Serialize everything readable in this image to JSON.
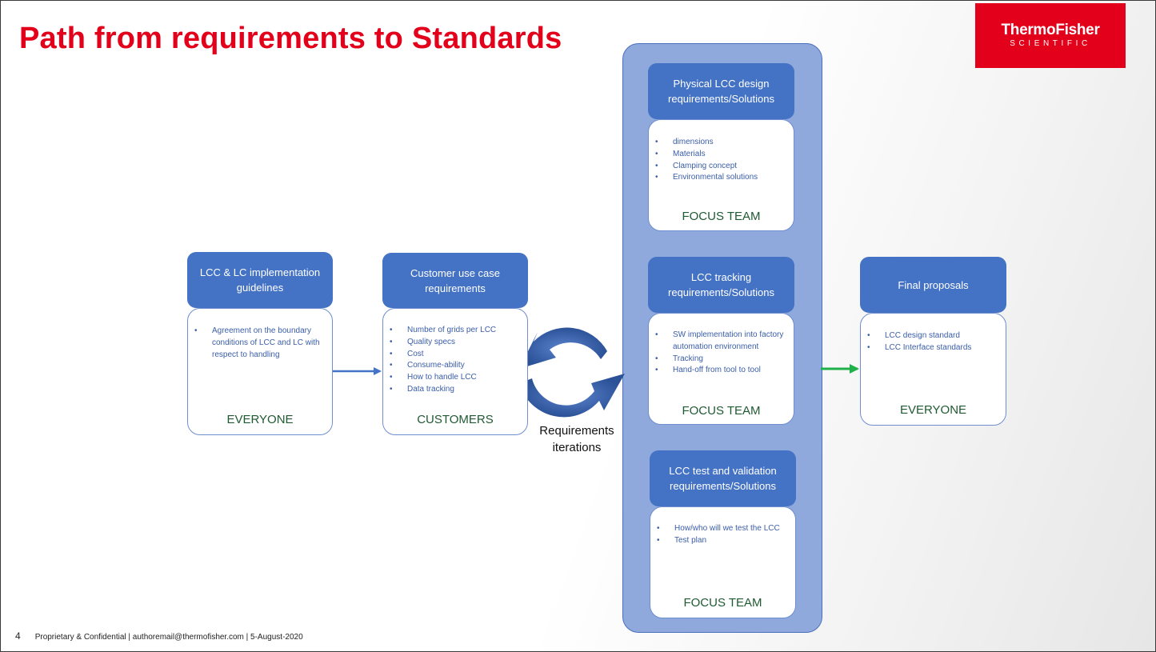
{
  "slide": {
    "title": "Path from requirements to Standards",
    "logo": {
      "line1": "ThermoFisher",
      "line2": "SCIENTIFIC"
    },
    "footer": {
      "page_number": "4",
      "text": "Proprietary & Confidential |  authoremail@thermofisher.com | 5-August-2020"
    }
  },
  "flow": {
    "guidelines": {
      "header": "LCC & LC implementation guidelines",
      "items": [
        "Agreement on the boundary conditions of LCC and LC with respect to handling"
      ],
      "team": "EVERYONE"
    },
    "customer": {
      "header": "Customer use case requirements",
      "items": [
        "Number of grids per LCC",
        "Quality specs",
        "Cost",
        "Consume-ability",
        "How to handle LCC",
        "Data tracking"
      ],
      "team": "CUSTOMERS"
    },
    "iterations_label": "Requirements iterations",
    "physical": {
      "header": "Physical LCC design requirements/Solutions",
      "items": [
        "dimensions",
        "Materials",
        "Clamping concept",
        "Environmental solutions"
      ],
      "team": "FOCUS TEAM"
    },
    "tracking": {
      "header": "LCC tracking requirements/Solutions",
      "items": [
        "SW implementation into factory automation environment",
        "Tracking",
        "Hand-off from tool to tool"
      ],
      "team": "FOCUS TEAM"
    },
    "testing": {
      "header": "LCC test and validation requirements/Solutions",
      "items": [
        "How/who will we test the LCC",
        "Test plan"
      ],
      "team": "FOCUS TEAM"
    },
    "final": {
      "header": "Final proposals",
      "items": [
        "LCC design standard",
        "LCC Interface standards"
      ],
      "team": "EVERYONE"
    },
    "colors": {
      "header_blue": "#4472c4",
      "panel_blue": "#8fa9dc",
      "team_green": "#1f5a32",
      "arrow_green": "#1fb04a",
      "title_red": "#e2001a"
    }
  }
}
